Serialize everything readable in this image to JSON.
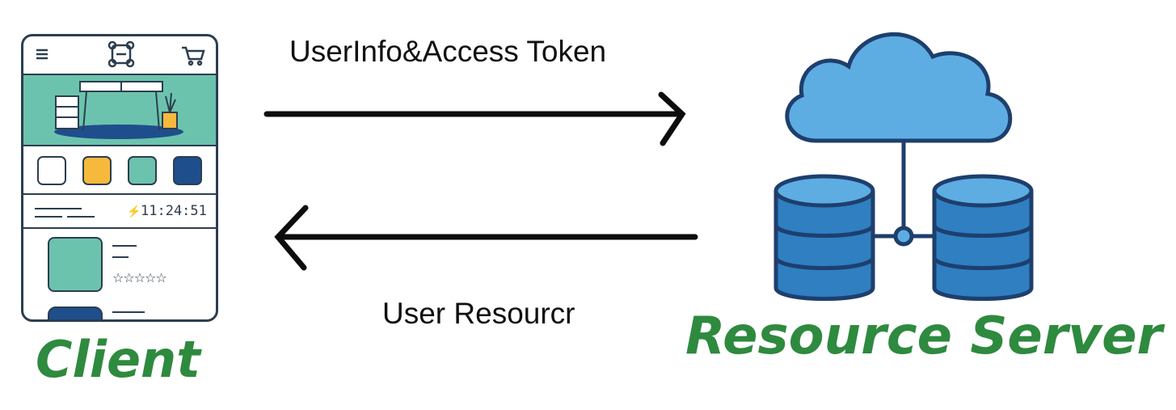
{
  "client": {
    "label": "Client",
    "clock": "11:24:51",
    "stars": "☆☆☆☆☆",
    "swatch_colors": [
      "#ffffff",
      "#f6b93b",
      "#6cc3ad",
      "#1f4e8c"
    ]
  },
  "server": {
    "label": "Resource Server"
  },
  "arrows": {
    "request_label": "UserInfo&Access Token",
    "response_label": "User Resourcr"
  },
  "colors": {
    "label_green": "#2e8a3e",
    "cloud_blue": "#5dade2",
    "outline_navy": "#1e3f6d",
    "teal": "#6cc3ad"
  }
}
